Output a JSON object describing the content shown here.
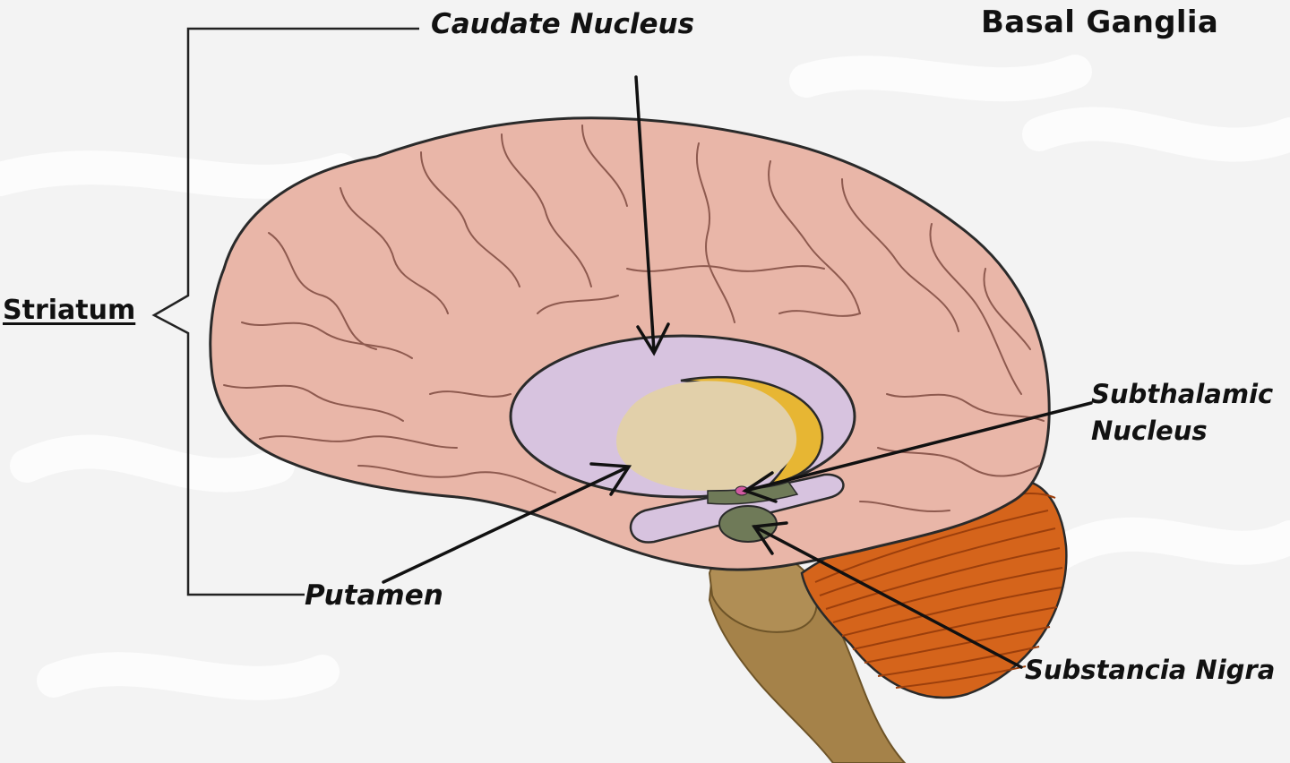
{
  "title": "Basal Ganglia",
  "labels": {
    "caudate": "Caudate Nucleus",
    "striatum": "Striatum",
    "putamen": "Putamen",
    "subthalamic_line1": "Subthalamic",
    "subthalamic_line2": "Nucleus",
    "substantia_nigra": "Substancia Nigra"
  },
  "colors": {
    "background": "#f3f3f3",
    "brain": "#e9b6a8",
    "brain_outline": "#2a2a2a",
    "caudate": "#d7c3df",
    "putamen": "#e2d0aa",
    "globus_pallidus": "#e7b633",
    "substantia_nigra": "#6f7a58",
    "subthalamic": "#d25aa2",
    "cerebellum": "#d5641b",
    "brainstem": "#a58249"
  }
}
